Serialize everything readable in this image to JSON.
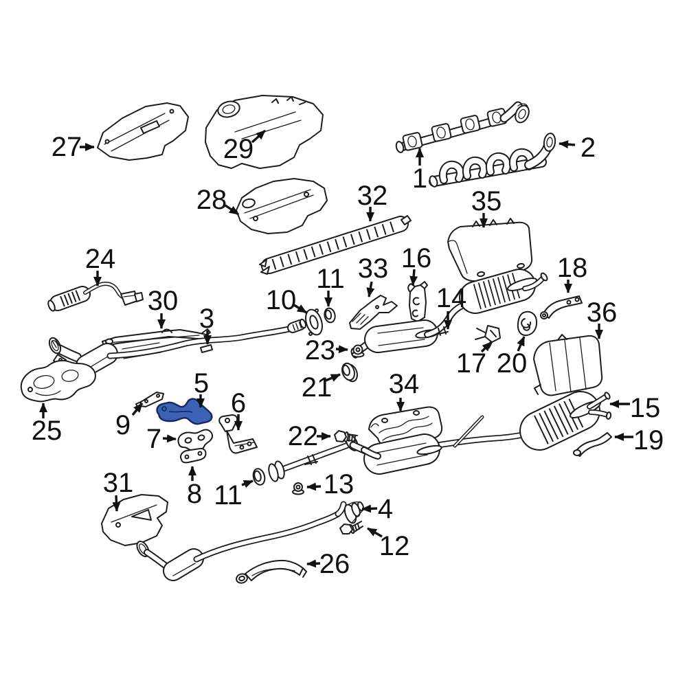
{
  "diagram": {
    "type": "exploded-parts-diagram",
    "subject": "exhaust-system",
    "background": "#ffffff",
    "line_color": "#1c1c1c",
    "label_color": "#0f0f0f",
    "highlight": {
      "highlighted_part_number": "5",
      "fill": "#3B62B4",
      "outline": "#16265E"
    },
    "callouts": [
      {
        "label": "27",
        "part": "heat-shield",
        "text": [
          97,
          213
        ],
        "arrow": [
          [
            116,
            214
          ],
          [
            137,
            214
          ]
        ]
      },
      {
        "label": "29",
        "part": "heat-shield",
        "text": [
          347,
          216
        ],
        "arrow": [
          [
            367,
            207
          ],
          [
            386,
            190
          ]
        ]
      },
      {
        "label": "28",
        "part": "heat-shield",
        "text": [
          308,
          290
        ],
        "arrow": [
          [
            328,
            299
          ],
          [
            347,
            312
          ]
        ]
      },
      {
        "label": "1",
        "part": "exhaust-manifold",
        "text": [
          611,
          259
        ],
        "arrow": [
          [
            611,
            241
          ],
          [
            611,
            216
          ]
        ]
      },
      {
        "label": "2",
        "part": "exhaust-manifold",
        "text": [
          856,
          214
        ],
        "arrow": [
          [
            837,
            211
          ],
          [
            814,
            209
          ]
        ]
      },
      {
        "label": "32",
        "part": "heat-shield",
        "text": [
          542,
          284
        ],
        "arrow": [
          [
            539,
            301
          ],
          [
            539,
            322
          ]
        ]
      },
      {
        "label": "35",
        "part": "heat-shield",
        "text": [
          708,
          292
        ],
        "arrow": [
          [
            704,
            310
          ],
          [
            704,
            331
          ]
        ]
      },
      {
        "label": "24",
        "part": "oxygen-sensor",
        "text": [
          146,
          376
        ],
        "arrow": [
          [
            142,
            394
          ],
          [
            142,
            416
          ]
        ]
      },
      {
        "label": "30",
        "part": "support-bracket",
        "text": [
          237,
          437
        ],
        "arrow": [
          [
            235,
            456
          ],
          [
            235,
            478
          ]
        ]
      },
      {
        "label": "3",
        "part": "front-pipe-with-converter",
        "text": [
          301,
          463
        ],
        "arrow": [
          [
            302,
            481
          ],
          [
            302,
            501
          ]
        ]
      },
      {
        "label": "10",
        "part": "flange-gasket",
        "text": [
          409,
          436
        ],
        "arrow": [
          [
            428,
            444
          ],
          [
            446,
            455
          ]
        ]
      },
      {
        "label": "11",
        "part": "seal-ring",
        "text": [
          481,
          405
        ],
        "arrow": [
          [
            478,
            423
          ],
          [
            478,
            446
          ]
        ]
      },
      {
        "label": "33",
        "part": "heat-shield",
        "text": [
          543,
          390
        ],
        "arrow": [
          [
            541,
            410
          ],
          [
            537,
            432
          ]
        ]
      },
      {
        "label": "16",
        "part": "hanger-bracket",
        "text": [
          606,
          375
        ],
        "arrow": [
          [
            603,
            392
          ],
          [
            601,
            415
          ]
        ]
      },
      {
        "label": "14",
        "part": "center-muffler",
        "text": [
          657,
          433
        ],
        "arrow": [
          [
            652,
            453
          ],
          [
            652,
            479
          ]
        ]
      },
      {
        "label": "18",
        "part": "hanger-bracket",
        "text": [
          833,
          389
        ],
        "arrow": [
          [
            827,
            407
          ],
          [
            827,
            426
          ]
        ]
      },
      {
        "label": "36",
        "part": "heat-shield",
        "text": [
          876,
          454
        ],
        "arrow": [
          [
            872,
            471
          ],
          [
            872,
            493
          ]
        ]
      },
      {
        "label": "17",
        "part": "hanger-bracket",
        "text": [
          686,
          528
        ],
        "arrow": [
          [
            701,
            512
          ],
          [
            715,
            498
          ]
        ]
      },
      {
        "label": "20",
        "part": "rubber-mount",
        "text": [
          745,
          528
        ],
        "arrow": [
          [
            754,
            511
          ],
          [
            763,
            490
          ]
        ]
      },
      {
        "label": "23",
        "part": "nut",
        "text": [
          466,
          509
        ],
        "arrow": [
          [
            489,
            508
          ],
          [
            506,
            509
          ]
        ]
      },
      {
        "label": "21",
        "part": "flare-ring",
        "text": [
          461,
          563
        ],
        "arrow": [
          [
            474,
            554
          ],
          [
            495,
            545
          ]
        ]
      },
      {
        "label": "34",
        "part": "heat-shield",
        "text": [
          588,
          558
        ],
        "arrow": [
          [
            583,
            579
          ],
          [
            583,
            598
          ]
        ]
      },
      {
        "label": "15",
        "part": "rear-muffler",
        "text": [
          939,
          593
        ],
        "arrow": [
          [
            917,
            588
          ],
          [
            888,
            588
          ]
        ]
      },
      {
        "label": "19",
        "part": "hanger-bracket",
        "text": [
          944,
          640
        ],
        "arrow": [
          [
            922,
            636
          ],
          [
            895,
            636
          ]
        ]
      },
      {
        "label": "5",
        "part": "support-bracket-highlighted",
        "text": [
          293,
          557
        ],
        "arrow": [
          [
            292,
            574
          ],
          [
            292,
            593
          ]
        ]
      },
      {
        "label": "9",
        "part": "bracket",
        "text": [
          179,
          618
        ],
        "arrow": [
          [
            193,
            604
          ],
          [
            207,
            587
          ]
        ]
      },
      {
        "label": "7",
        "part": "bracket",
        "text": [
          224,
          638
        ],
        "arrow": [
          [
            237,
            638
          ],
          [
            256,
            639
          ]
        ]
      },
      {
        "label": "6",
        "part": "bracket",
        "text": [
          347,
          586
        ],
        "arrow": [
          [
            347,
            603
          ],
          [
            347,
            626
          ]
        ]
      },
      {
        "label": "8",
        "part": "bracket",
        "text": [
          283,
          718
        ],
        "arrow": [
          [
            280,
            700
          ],
          [
            280,
            679
          ]
        ]
      },
      {
        "label": "25",
        "part": "heat-shield",
        "text": [
          68,
          626
        ],
        "arrow": [
          [
            63,
            609
          ],
          [
            63,
            587
          ]
        ]
      },
      {
        "label": "31",
        "part": "heat-shield",
        "text": [
          172,
          702
        ],
        "arrow": [
          [
            169,
            721
          ],
          [
            170,
            744
          ]
        ]
      },
      {
        "label": "22",
        "part": "bolt",
        "text": [
          441,
          634
        ],
        "arrow": [
          [
            461,
            635
          ],
          [
            481,
            635
          ]
        ]
      },
      {
        "label": "11",
        "part": "seal-ring",
        "text": [
          332,
          720
        ],
        "arrow": [
          [
            352,
            706
          ],
          [
            368,
            700
          ]
        ]
      },
      {
        "label": "13",
        "part": "nut",
        "text": [
          493,
          704
        ],
        "arrow": [
          [
            467,
            708
          ],
          [
            447,
            709
          ]
        ]
      },
      {
        "label": "4",
        "part": "pipe-connector-flange",
        "text": [
          561,
          740
        ],
        "arrow": [
          [
            549,
            740
          ],
          [
            527,
            741
          ]
        ]
      },
      {
        "label": "12",
        "part": "bolt",
        "text": [
          574,
          794
        ],
        "arrow": [
          [
            556,
            781
          ],
          [
            535,
            769
          ]
        ]
      },
      {
        "label": "26",
        "part": "support-bracket",
        "text": [
          487,
          820
        ],
        "arrow": [
          [
            466,
            820
          ],
          [
            447,
            821
          ]
        ]
      }
    ]
  }
}
